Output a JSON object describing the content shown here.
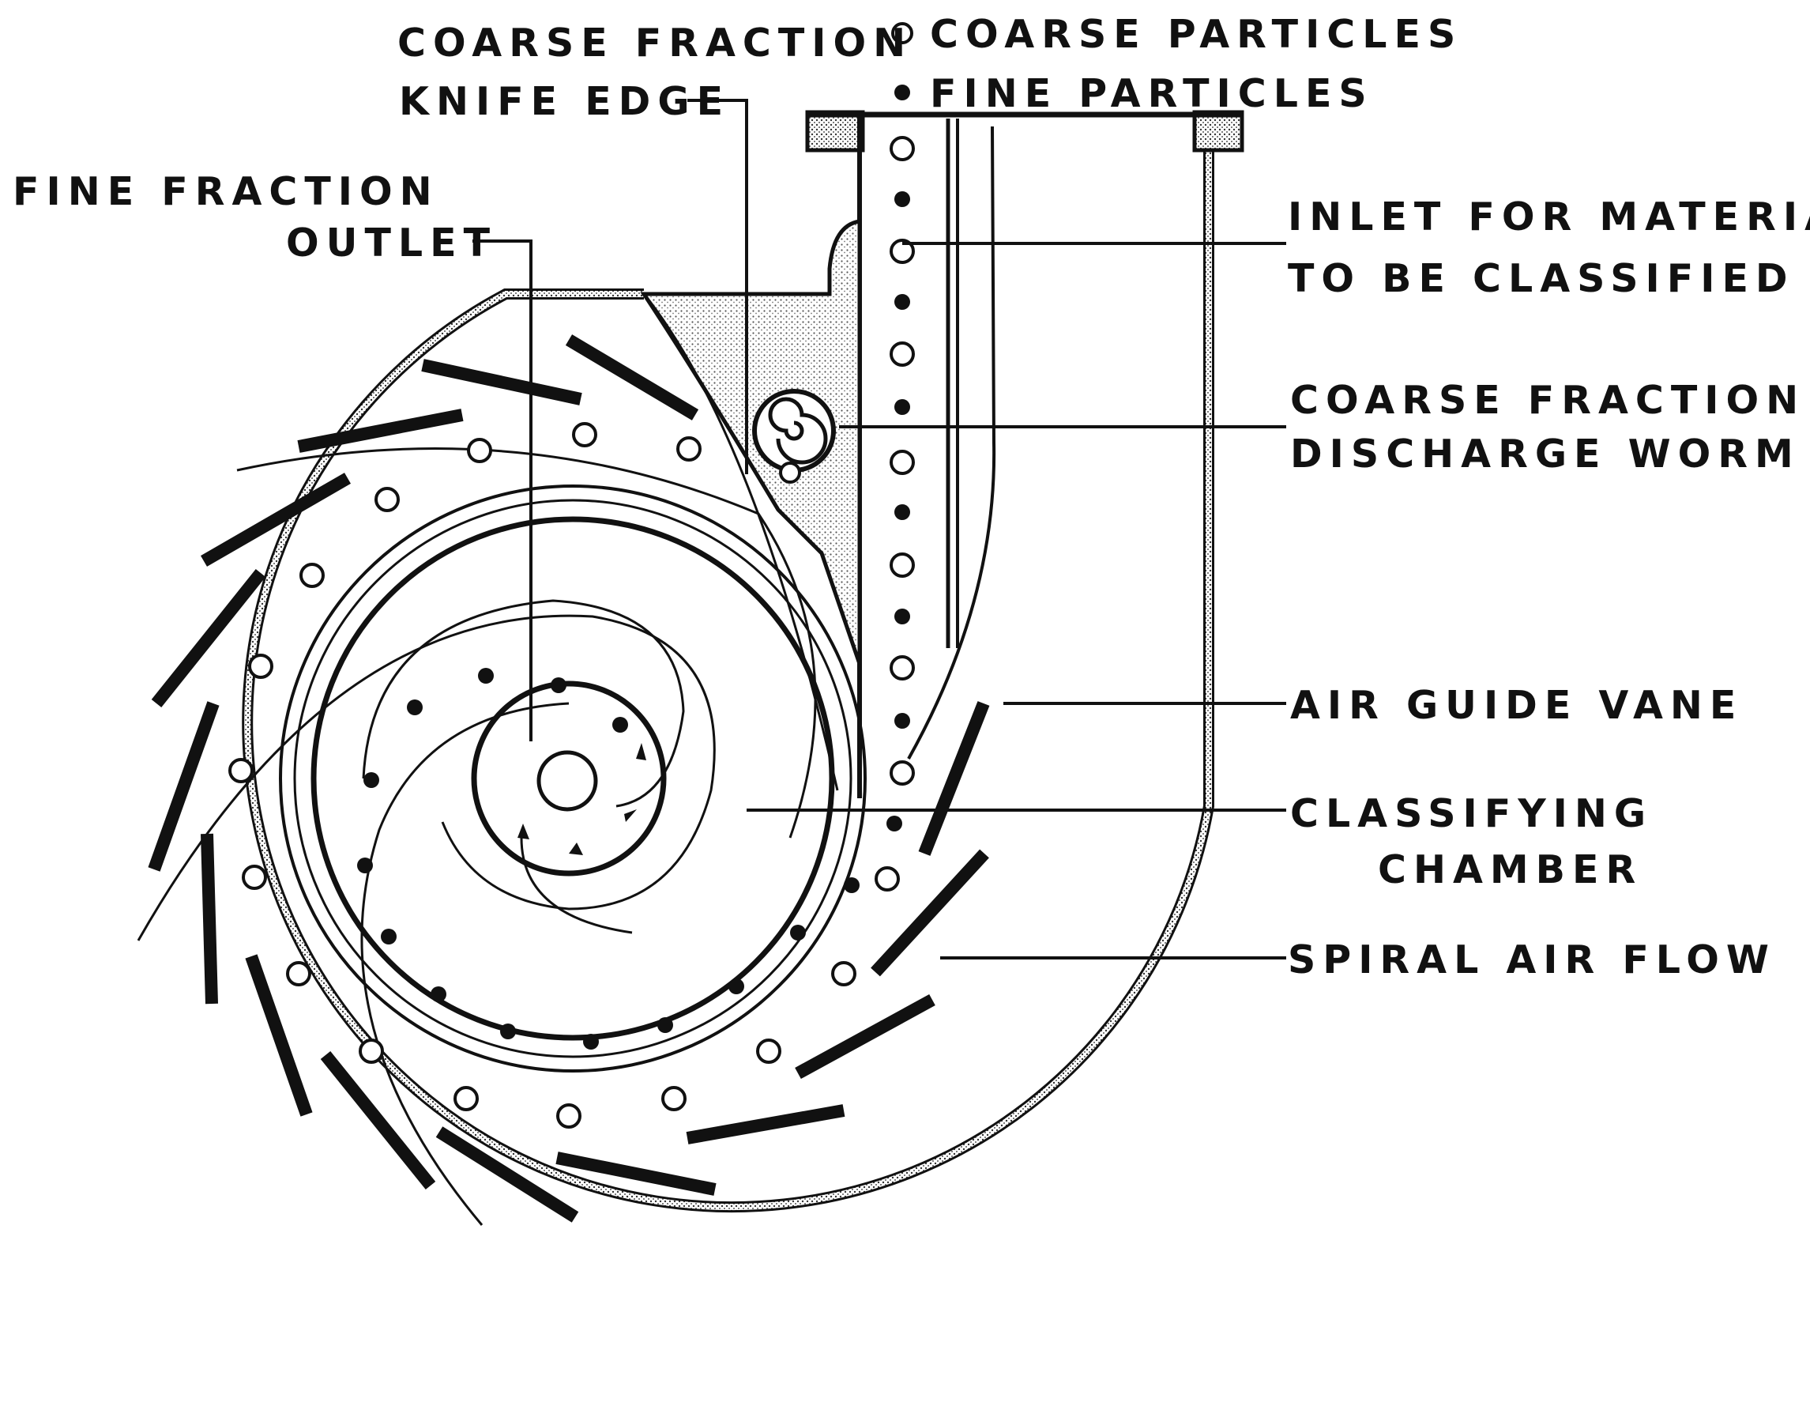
{
  "legend": {
    "coarse_particles": "COARSE PARTICLES",
    "fine_particles": "FINE PARTICLES"
  },
  "labels": {
    "coarse_fraction_knife_edge": [
      "COARSE FRACTION",
      "KNIFE EDGE"
    ],
    "fine_fraction_outlet": [
      "FINE FRACTION",
      "OUTLET"
    ],
    "inlet": [
      "INLET FOR MATERIAL",
      "TO BE CLASSIFIED"
    ],
    "discharge_worm": [
      "COARSE FRACTION",
      "DISCHARGE WORM"
    ],
    "air_guide_vane": "AIR GUIDE VANE",
    "classifying_chamber": [
      "CLASSIFYING",
      "CHAMBER"
    ],
    "spiral_air_flow": "SPIRAL AIR FLOW"
  },
  "colors": {
    "ink": "#111111",
    "stipple": "#9a9a9a"
  }
}
